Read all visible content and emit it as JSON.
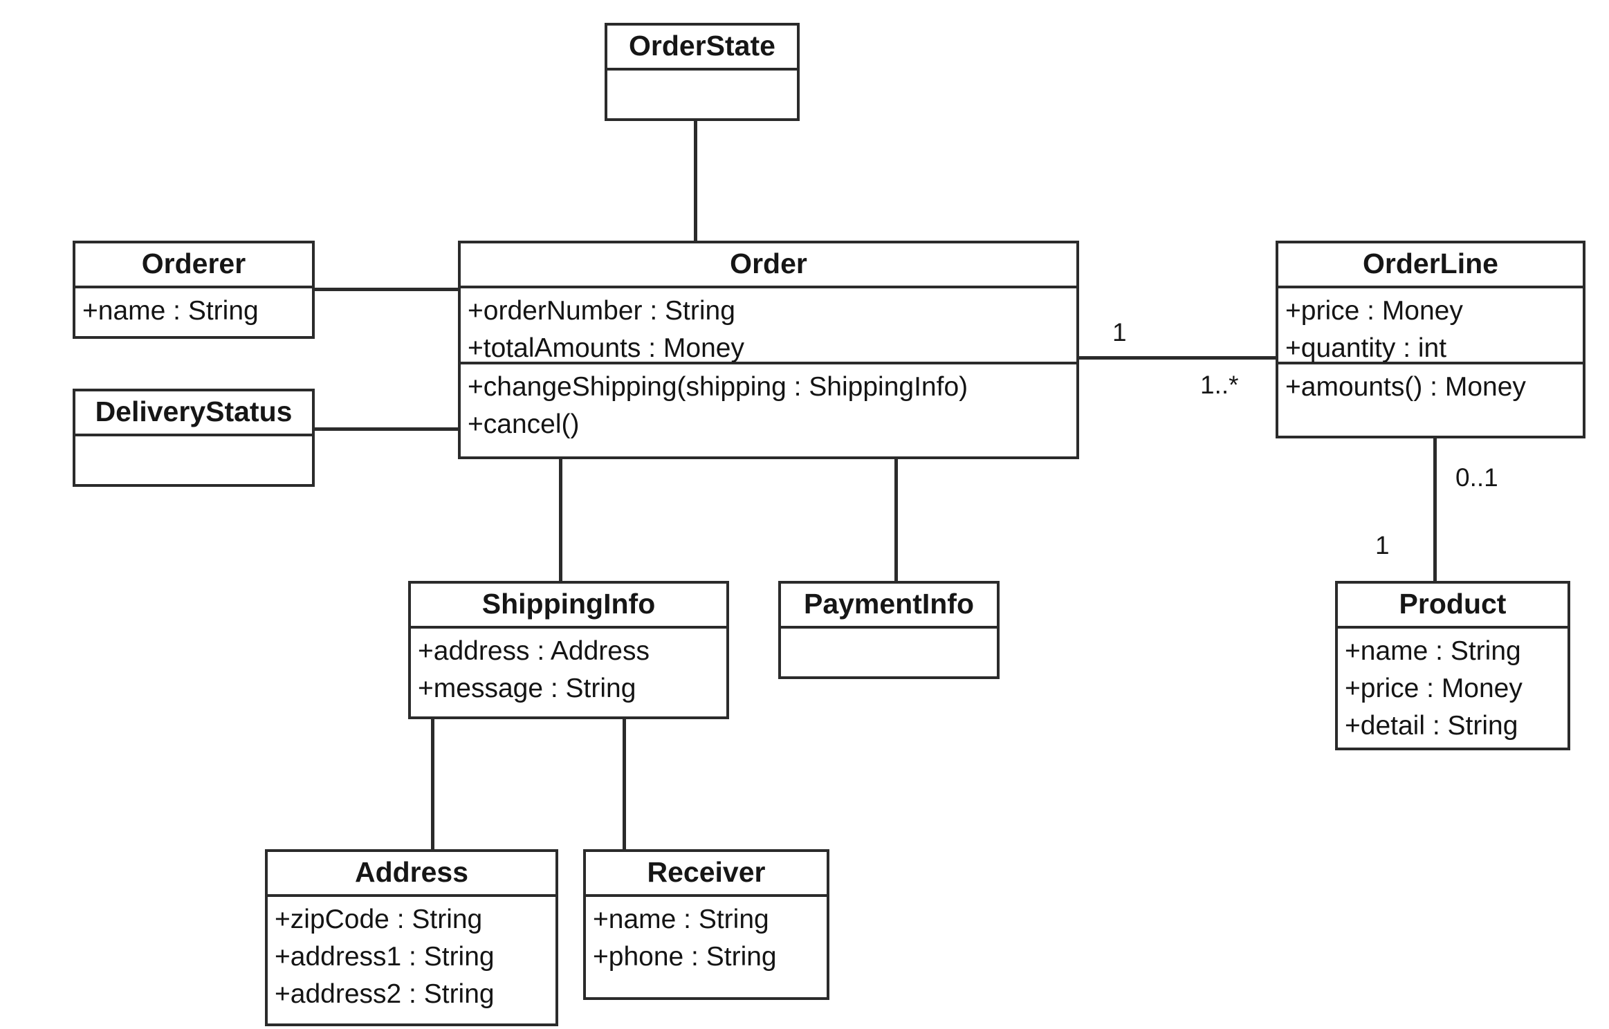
{
  "diagram": {
    "title": "Order domain UML class diagram",
    "type": "uml-class-diagram",
    "stroke_color": "#2b2b2b",
    "text_color": "#161616",
    "background_color": "#ffffff"
  },
  "classes": {
    "order_state": {
      "name": "OrderState",
      "members": []
    },
    "orderer": {
      "name": "Orderer",
      "members": [
        "+name : String"
      ]
    },
    "delivery_status": {
      "name": "DeliveryStatus",
      "members": []
    },
    "order": {
      "name": "Order",
      "attributes": [
        "+orderNumber : String",
        "+totalAmounts : Money"
      ],
      "operations": [
        "+changeShipping(shipping : ShippingInfo)",
        "+cancel()"
      ]
    },
    "order_line": {
      "name": "OrderLine",
      "attributes": [
        "+price : Money",
        "+quantity : int"
      ],
      "operations": [
        "+amounts() : Money"
      ]
    },
    "shipping_info": {
      "name": "ShippingInfo",
      "members": [
        "+address : Address",
        "+message : String"
      ]
    },
    "payment_info": {
      "name": "PaymentInfo",
      "members": []
    },
    "product": {
      "name": "Product",
      "members": [
        "+name : String",
        "+price : Money",
        "+detail : String"
      ]
    },
    "address": {
      "name": "Address",
      "members": [
        "+zipCode : String",
        "+address1 : String",
        "+address2 : String"
      ]
    },
    "receiver": {
      "name": "Receiver",
      "members": [
        "+name : String",
        "+phone : String"
      ]
    }
  },
  "multiplicities": {
    "order_to_orderline_source": "1",
    "order_to_orderline_target": "1..*",
    "orderline_to_product_source": "0..1",
    "orderline_to_product_target": "1"
  }
}
